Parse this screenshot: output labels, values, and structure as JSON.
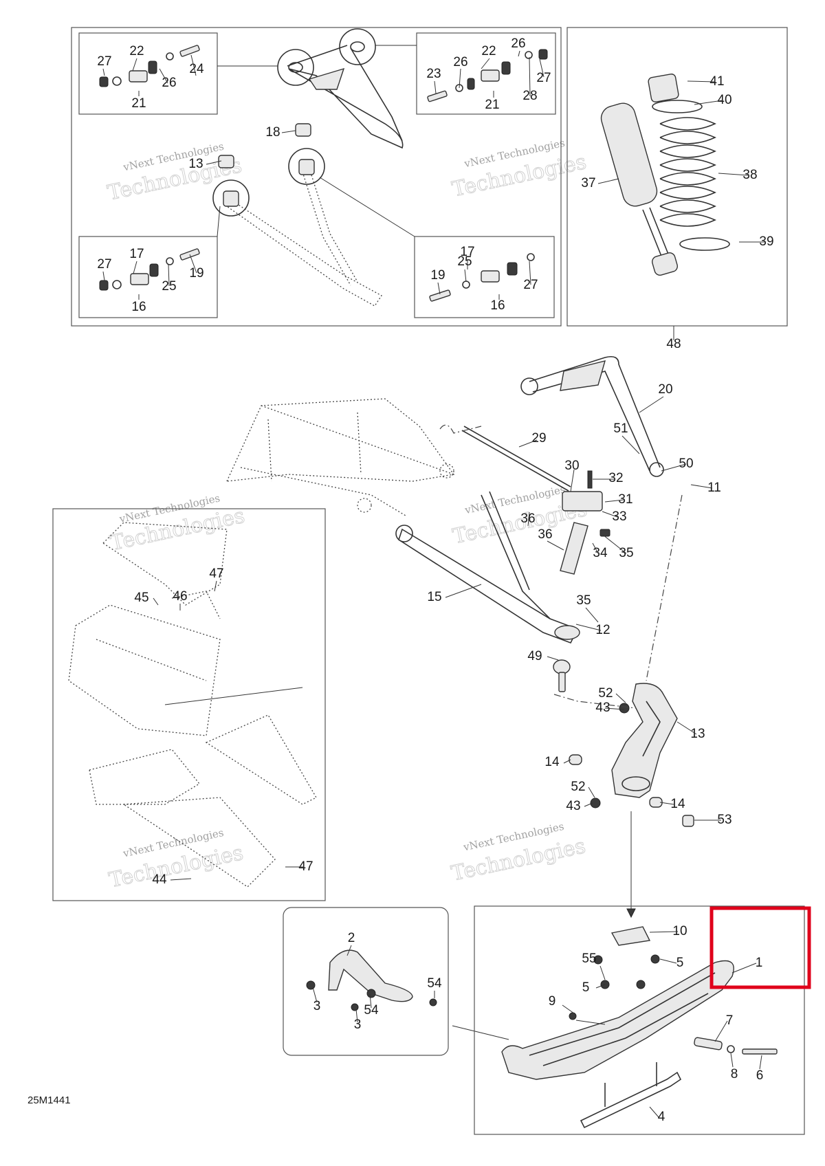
{
  "diagram_code": "25M1441",
  "watermark": {
    "line1": "vNext Technologies",
    "line2": "Technologies"
  },
  "highlight": {
    "target_label": "1",
    "color": "#e0001b"
  },
  "callouts": {
    "upper_arm_box": [
      "27",
      "22",
      "24",
      "26",
      "21",
      "26",
      "22",
      "23",
      "27",
      "21",
      "28",
      "26"
    ],
    "lower_arm_box": [
      "18",
      "13",
      "27",
      "17",
      "19",
      "25",
      "16",
      "17",
      "25",
      "19",
      "27",
      "16"
    ],
    "shock_box": [
      "41",
      "40",
      "37",
      "38",
      "39",
      "48"
    ],
    "front_suspension": [
      "20",
      "29",
      "51",
      "30",
      "32",
      "50",
      "11",
      "31",
      "36",
      "33",
      "36",
      "34",
      "35",
      "15",
      "35",
      "12",
      "49",
      "52",
      "43",
      "13",
      "14",
      "52",
      "14",
      "43",
      "53"
    ],
    "frame_box": [
      "47",
      "45",
      "46",
      "47",
      "44"
    ],
    "handle_box": [
      "2",
      "54",
      "3",
      "54",
      "3"
    ],
    "ski_box": [
      "10",
      "55",
      "5",
      "5",
      "1",
      "9",
      "7",
      "8",
      "6",
      "4"
    ]
  }
}
